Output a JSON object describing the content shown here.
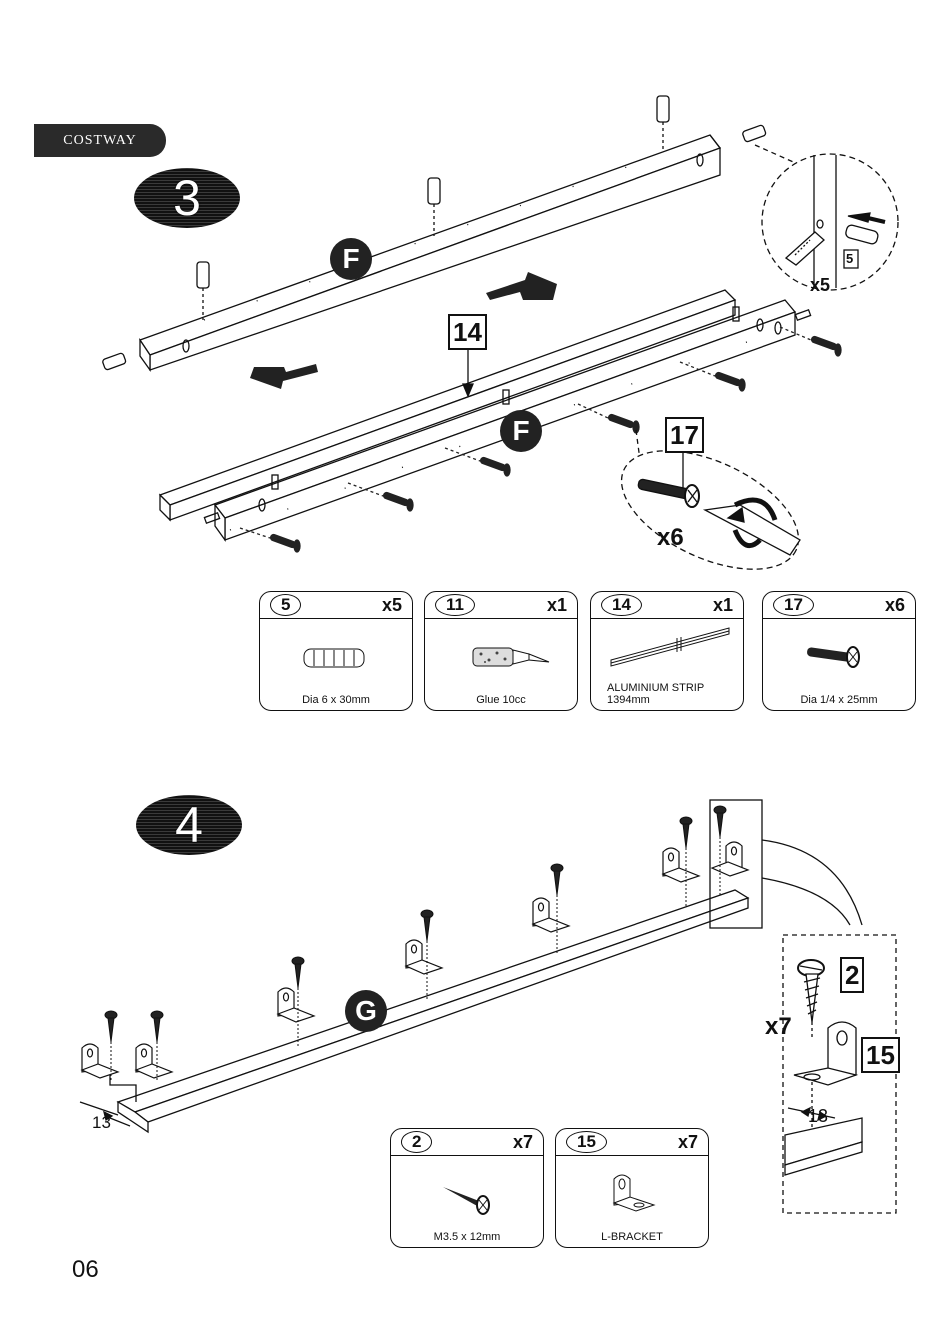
{
  "brand": "COSTWAY",
  "page_number": "06",
  "step3": {
    "number": "3",
    "panel_label": "F",
    "callout_strip": "14",
    "callout_screw": "17",
    "detail_dowel_qty": "x5",
    "detail_dowel_part": "5",
    "detail_screw_qty": "x6",
    "parts": [
      {
        "id": "5",
        "qty": "x5",
        "desc": "Dia 6 x 30mm",
        "icon": "dowel-icon"
      },
      {
        "id": "11",
        "qty": "x1",
        "desc": "Glue 10cc",
        "icon": "glue-icon"
      },
      {
        "id": "14",
        "qty": "x1",
        "desc": "ALUMINIUM STRIP",
        "desc2": "1394mm",
        "icon": "aluminium-strip-icon"
      },
      {
        "id": "17",
        "qty": "x6",
        "desc": "Dia 1/4 x 25mm",
        "icon": "bolt-icon"
      }
    ]
  },
  "step4": {
    "number": "4",
    "panel_label": "G",
    "dimension": "13",
    "detail_dimension": "13",
    "callout_screw": "2",
    "callout_bracket": "15",
    "detail_qty": "x7",
    "parts": [
      {
        "id": "2",
        "qty": "x7",
        "desc": "M3.5 x 12mm",
        "icon": "wood-screw-icon"
      },
      {
        "id": "15",
        "qty": "x7",
        "desc": "L-BRACKET",
        "icon": "l-bracket-icon"
      }
    ]
  }
}
